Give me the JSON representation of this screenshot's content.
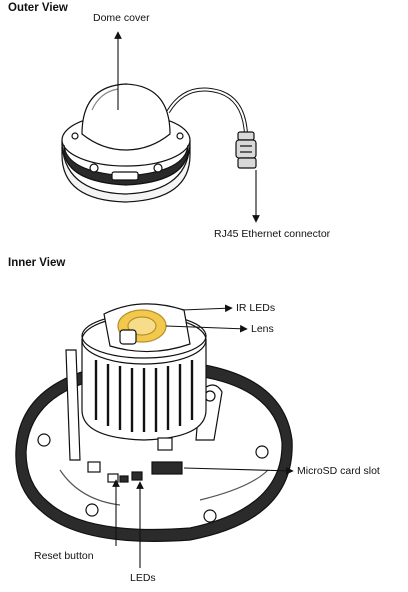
{
  "sections": {
    "outer": {
      "title": "Outer View",
      "labels": {
        "dome_cover": "Dome cover",
        "rj45": "RJ45 Ethernet connector"
      }
    },
    "inner": {
      "title": "Inner View",
      "labels": {
        "ir_leds": "IR LEDs",
        "lens": "Lens",
        "microsd": "MicroSD card slot",
        "reset": "Reset button",
        "leds": "LEDs"
      }
    }
  },
  "colors": {
    "line": "#111111",
    "lens_ring": "#f2c94c",
    "lens_inner": "#f7dd8a"
  }
}
